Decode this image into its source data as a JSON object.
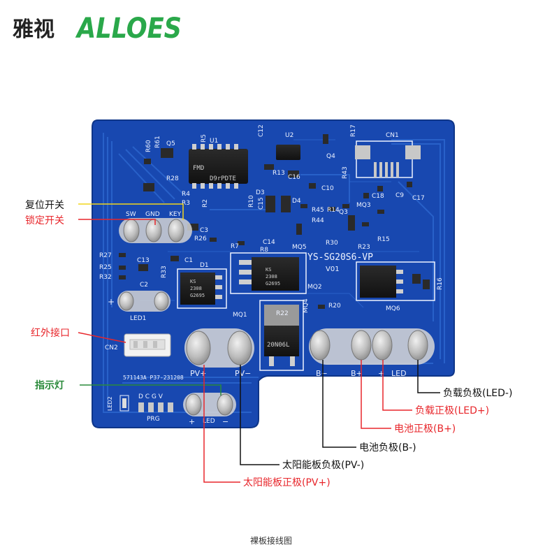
{
  "logo": {
    "chinese": "雅视",
    "english": "ALLOES"
  },
  "board": {
    "model": "YS-SG20S6-VP",
    "version": "V01",
    "serial": "571143A P37-231208",
    "chips": {
      "u1": "FMD",
      "u1_code": "D9rPDTE",
      "mos_brand": "KS",
      "mos_lot": "2308",
      "mos_part": "G2695",
      "mq4_part": "20N06L"
    },
    "silk": {
      "sw": "SW",
      "gnd": "GND",
      "key": "KEY",
      "led1": "LED1",
      "cn2": "CN2",
      "cn1": "CN1",
      "led2": "LED2",
      "dcgv": "D C G V",
      "prg": "PRG",
      "pv_plus": "PV+",
      "pv_minus": "PV−",
      "b_minus": "B−",
      "b_plus": "B+",
      "led": "LED",
      "plus": "+",
      "minus": "−",
      "mq1": "MQ1",
      "mq2": "MQ2",
      "mq4": "MQ4",
      "mq5": "MQ5",
      "mq6": "MQ6",
      "mq3": "MQ3",
      "u2": "U2",
      "q4": "Q4",
      "q5": "Q5",
      "q3": "Q3",
      "d1": "D1",
      "d3": "D3",
      "d4": "D4",
      "c1": "C1",
      "c2": "C2",
      "c3": "C3",
      "c9": "C9",
      "c10": "C10",
      "c12": "C12",
      "c13": "C13",
      "c14": "C14",
      "c15": "C15",
      "c16": "C16",
      "c17": "C17",
      "c18": "C18",
      "r2": "R2",
      "r3": "R3",
      "r4": "R4",
      "r5": "R5",
      "r7": "R7",
      "r8": "R8",
      "r10": "R10",
      "r13": "R13",
      "r14": "R14",
      "r15": "R15",
      "r16": "R16",
      "r17": "R17",
      "r20": "R20",
      "r22": "R22",
      "r23": "R23",
      "r25": "R25",
      "r26": "R26",
      "r27": "R27",
      "r28": "R28",
      "r30": "R30",
      "r32": "R32",
      "r33": "R33",
      "r43": "R43",
      "r44": "R44",
      "r45": "R45",
      "r60": "R60",
      "r61": "R61"
    }
  },
  "callouts": {
    "reset_switch": "复位开关",
    "lock_switch": "锁定开关",
    "ir_port": "红外接口",
    "indicator": "指示灯",
    "load_neg": "负载负极(LED-)",
    "load_pos": "负载正极(LED+)",
    "batt_pos": "电池正极(B+)",
    "batt_neg": "电池负极(B-)",
    "pv_neg": "太阳能板负极(PV-)",
    "pv_pos": "太阳能板正极(PV+)"
  },
  "caption": "裸板接线图",
  "colors": {
    "pcb": "#1848b0",
    "pcb_dark": "#103a94",
    "trace": "#2660c8",
    "silk": "#eef3ff",
    "pad": "#c8c8c8",
    "callout_red": "#e8262b",
    "callout_yellow": "#f2d51b",
    "callout_green": "#2a8a3a",
    "callout_black": "#111111",
    "logo_green": "#2aa84a"
  }
}
